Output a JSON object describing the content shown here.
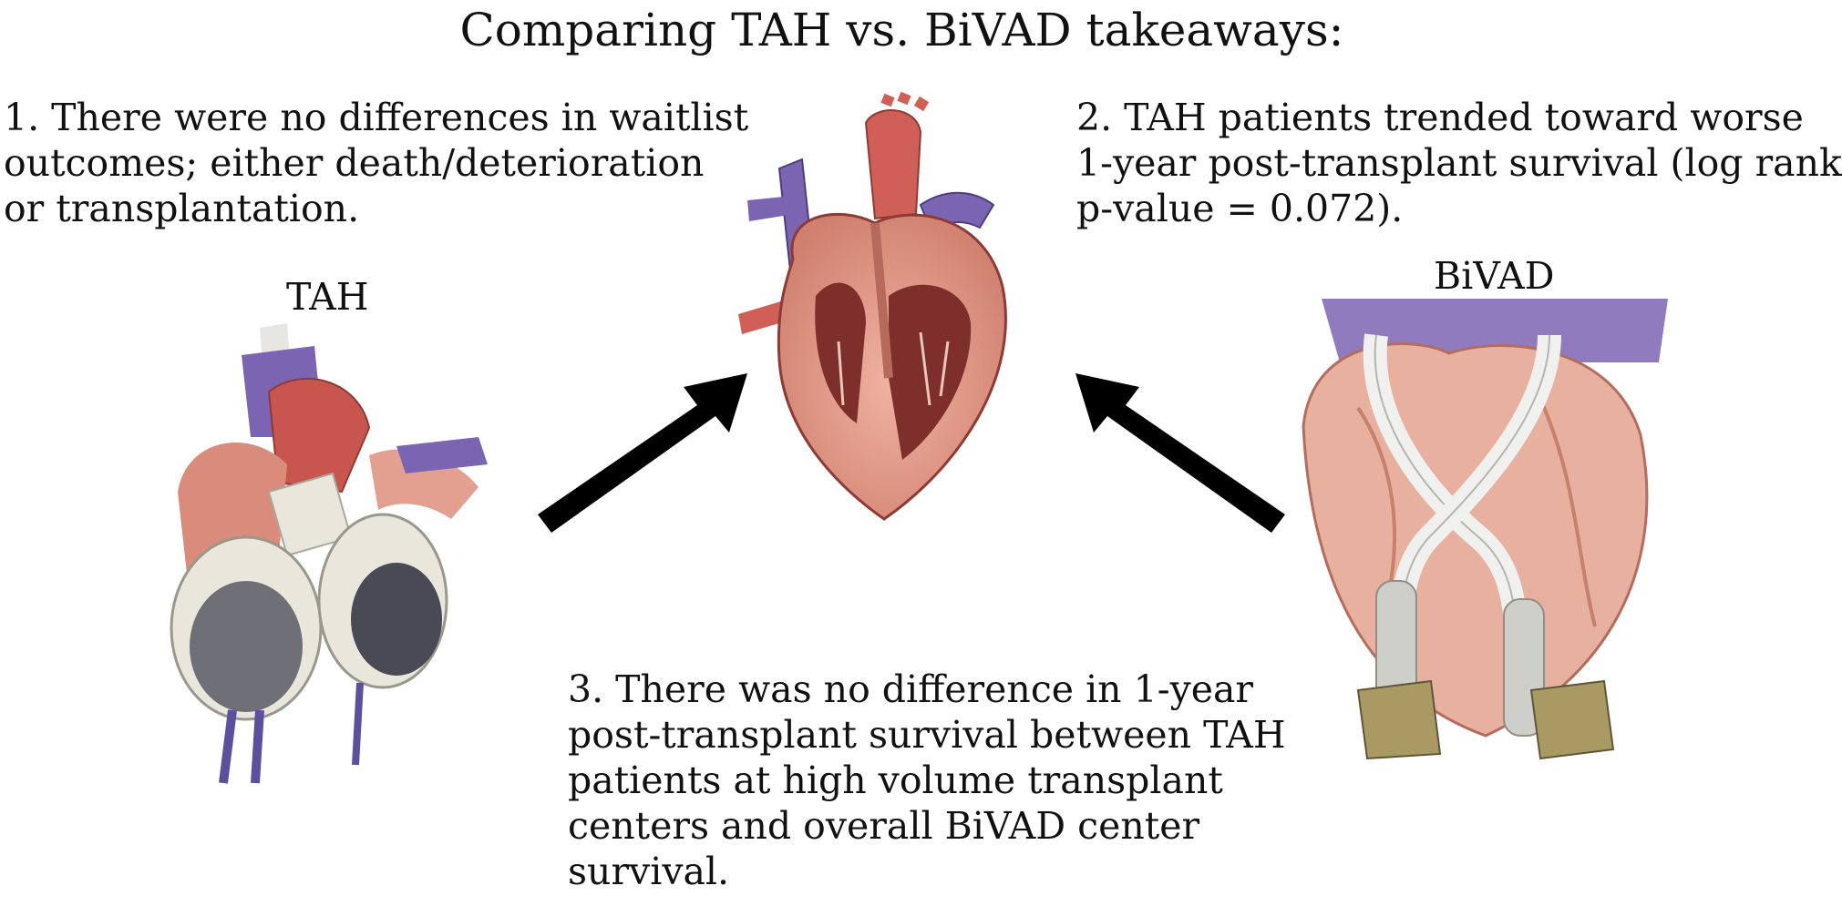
{
  "title": "Comparing TAH vs. BiVAD takeaways:",
  "takeaways": [
    {
      "number": "1.",
      "lines": [
        "1. There were no differences in waitlist",
        "outcomes; either death/deterioration",
        "or transplantation."
      ]
    },
    {
      "number": "2.",
      "lines": [
        "2. TAH patients trended toward worse",
        "1-year post-transplant survival (log rank",
        "p-value = 0.072)."
      ]
    },
    {
      "number": "3.",
      "lines": [
        "3. There was no difference in 1-year",
        "post-transplant survival between TAH",
        "patients at high volume transplant",
        "centers and overall BiVAD center",
        "survival."
      ]
    }
  ],
  "labels": {
    "tah": "TAH",
    "bivad": "BiVAD"
  },
  "colors": {
    "muscle": "#d98b7c",
    "vessel_red": "#c9564e",
    "vein_purple": "#7b64b2",
    "device_white": "#e9e6dc",
    "arrow": "#000000"
  }
}
